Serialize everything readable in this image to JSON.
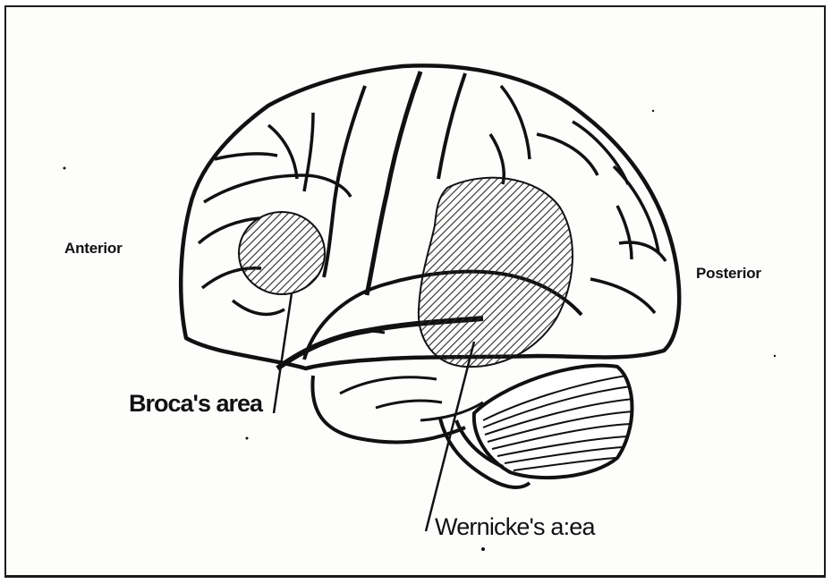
{
  "labels": {
    "anterior": "Anterior",
    "posterior": "Posterior",
    "broca": "Broca's area",
    "wernicke": "Wernicke's a:ea"
  },
  "colors": {
    "ink": "#111111",
    "background": "#ffffff",
    "shading": "#2a2a2a"
  }
}
